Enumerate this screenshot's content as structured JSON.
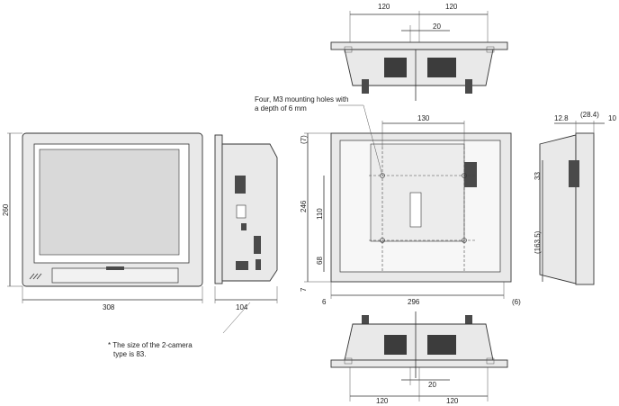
{
  "dimensions": {
    "front_height": "260",
    "front_width": "308",
    "side_depth": "104",
    "top_left_120": "120",
    "top_right_120": "120",
    "top_center_20": "20",
    "hole_spacing_130": "130",
    "height_246": "246",
    "hole_spacing_110": "110",
    "offset_68": "68",
    "offset_7_top": "(7)",
    "offset_7_bottom": "7",
    "offset_6": "6",
    "width_296": "296",
    "offset_6_right": "(6)",
    "right_12_8": "12.8",
    "right_28_4": "(28.4)",
    "right_10": "10",
    "right_33": "33",
    "right_163_5": "(163.5)",
    "bottom_left_120": "120",
    "bottom_right_120": "120",
    "bottom_center_20": "20"
  },
  "annotations": {
    "mounting_holes_line1": "Four, M3 mounting holes with",
    "mounting_holes_line2": "a depth of 6 mm",
    "camera_note_line1": "* The size of the 2-camera",
    "camera_note_line2": "type is 83."
  },
  "icons": {
    "brand_mark": "omron-logo",
    "vent_grille": "vent-grille-icon"
  }
}
